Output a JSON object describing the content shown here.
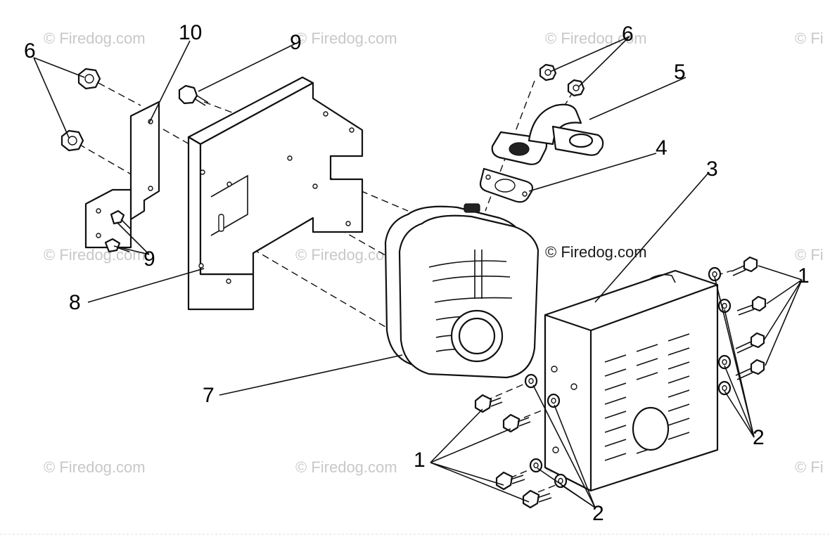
{
  "watermark": {
    "text": "© Firedog.com",
    "partial_text": "© Fi"
  },
  "callouts": {
    "c1_upper": "1",
    "c1_lower": "1",
    "c2_upper": "2",
    "c2_lower": "2",
    "c3": "3",
    "c4": "4",
    "c5": "5",
    "c6_left": "6",
    "c6_top": "6",
    "c7": "7",
    "c8": "8",
    "c9_top": "9",
    "c9_left": "9",
    "c10": "10"
  },
  "colors": {
    "line": "#111111",
    "watermark": "#c8c8c8",
    "background": "#ffffff"
  }
}
